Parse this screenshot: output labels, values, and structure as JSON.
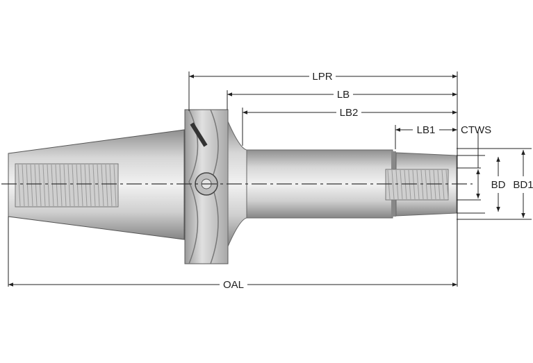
{
  "labels": {
    "lpr": "LPR",
    "lb": "LB",
    "lb2": "LB2",
    "lb1": "LB1",
    "ctws": "CTWS",
    "bd": "BD",
    "bd1": "BD1",
    "oal": "OAL"
  },
  "colors": {
    "line": "#222222",
    "metal_dark": "#8e8e8e",
    "metal_mid": "#c4c4c4",
    "metal_light": "#ededed"
  }
}
